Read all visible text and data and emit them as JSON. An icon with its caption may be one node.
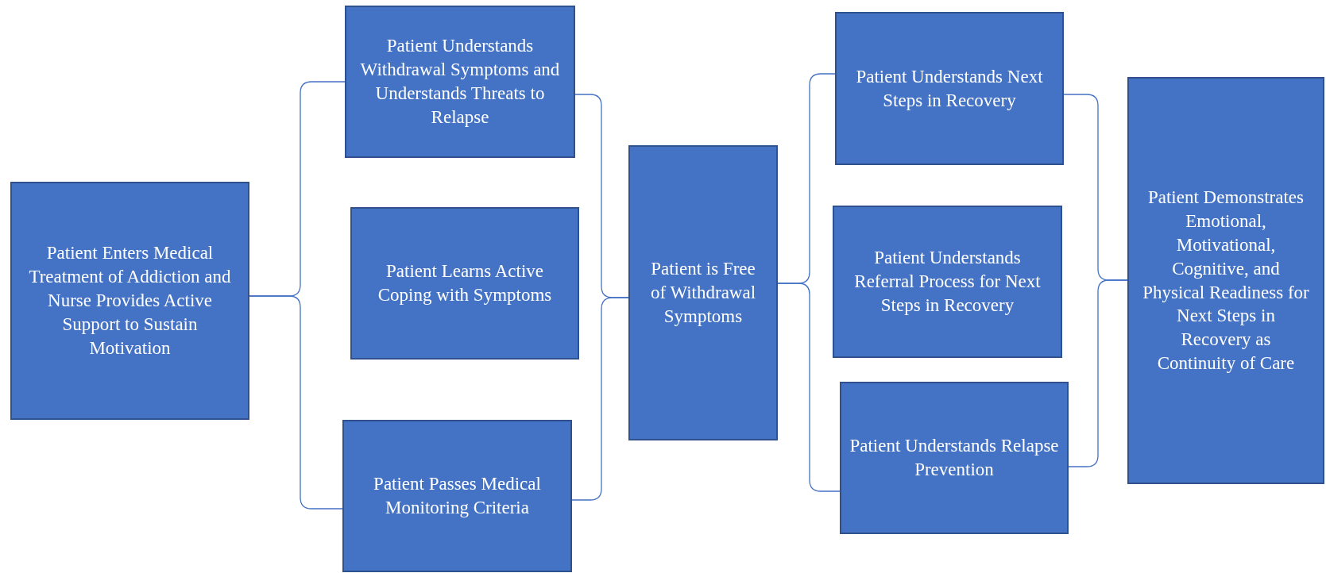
{
  "diagram": {
    "nodes": [
      {
        "text": [
          "Patient Enters Medical Treatment of Addiction and Nurse Provides Active Support to Sustain Motivation"
        ]
      },
      {
        "text": [
          "Patient Understands Withdrawal Symptoms and Understands Threats to Relapse"
        ]
      },
      {
        "text": [
          "Patient Learns Active Coping with Symptoms"
        ]
      },
      {
        "text": [
          "Patient Passes Medical Monitoring Criteria"
        ]
      },
      {
        "text": [
          "Patient is Free of Withdrawal Symptoms"
        ]
      },
      {
        "text": [
          "Patient Understands Next Steps in Recovery"
        ]
      },
      {
        "text": [
          "Patient Understands Referral Process for Next Steps in Recovery"
        ]
      },
      {
        "text": [
          "Patient Understands Relapse Prevention"
        ]
      },
      {
        "text": [
          "Patient Demonstrates Emotional, Motivational, Cognitive, and Physical Readiness for Next Steps in Recovery as Continuity of Care"
        ]
      }
    ],
    "edges": [
      {
        "from": 0,
        "to": 1,
        "arrow": "none"
      },
      {
        "from": 0,
        "to": 3,
        "arrow": "none"
      },
      {
        "from": 1,
        "to": 4,
        "arrow": "none"
      },
      {
        "from": 3,
        "to": 4,
        "arrow": "none"
      },
      {
        "from": 4,
        "to": 5,
        "arrow": "none"
      },
      {
        "from": 4,
        "to": 7,
        "arrow": "none"
      },
      {
        "from": 5,
        "to": 8,
        "arrow": "none"
      },
      {
        "from": 7,
        "to": 8,
        "arrow": "none"
      }
    ]
  }
}
